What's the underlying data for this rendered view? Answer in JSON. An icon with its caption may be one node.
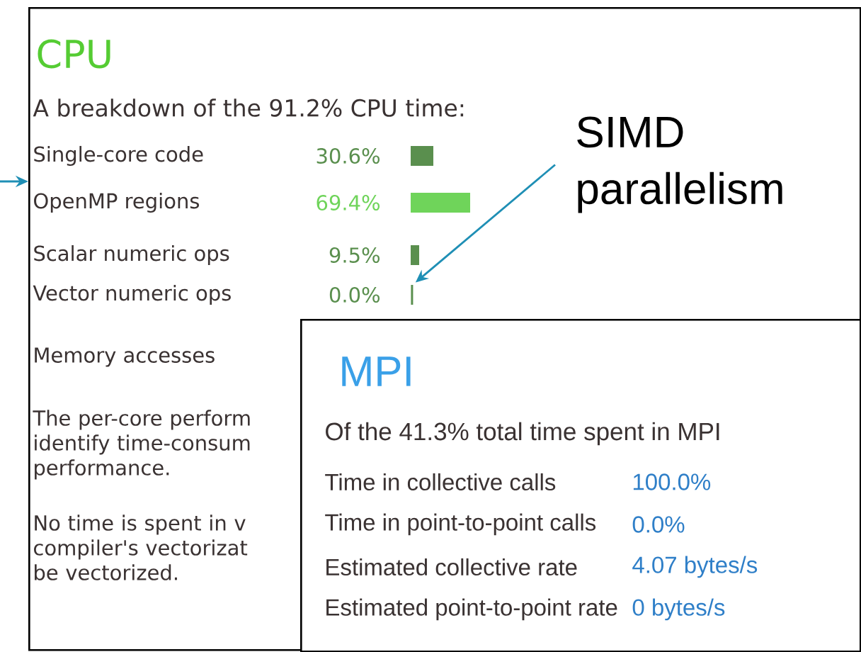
{
  "diagram": {
    "nodes": [
      {
        "text": [
          "CPU",
          "A breakdown of the 91.2% CPU time:",
          "Single-core code",
          "30.6%",
          "OpenMP regions",
          "69.4%",
          "Scalar numeric ops",
          "9.5%",
          "Vector numeric ops",
          "0.0%",
          "Memory accesses",
          "The per-core perform identify time-consum performance.",
          "No time is spent in v compiler's vectorizat be vectorized."
        ]
      },
      {
        "in": 0,
        "text": [
          "MPI",
          "Of the 41.3% total time spent in MPI",
          "Time in collective calls",
          "100.0%",
          "Time in point-to-point calls",
          "0.0%",
          "Estimated collective rate",
          "4.07 bytes/s",
          "Estimated point-to-point rate",
          "0 bytes/s"
        ]
      },
      {
        "in": 0,
        "text": [
          "SIMD parallelism"
        ]
      },
      {
        "in": 0,
        "text": [],
        "shape": "bar"
      }
    ],
    "edges": [
      {
        "from": null,
        "to": 0,
        "arrow": "to",
        "color": "#1f8fb5"
      },
      {
        "from": 2,
        "to": 3,
        "arrow": "to",
        "color": "#1f8fb5"
      }
    ]
  }
}
